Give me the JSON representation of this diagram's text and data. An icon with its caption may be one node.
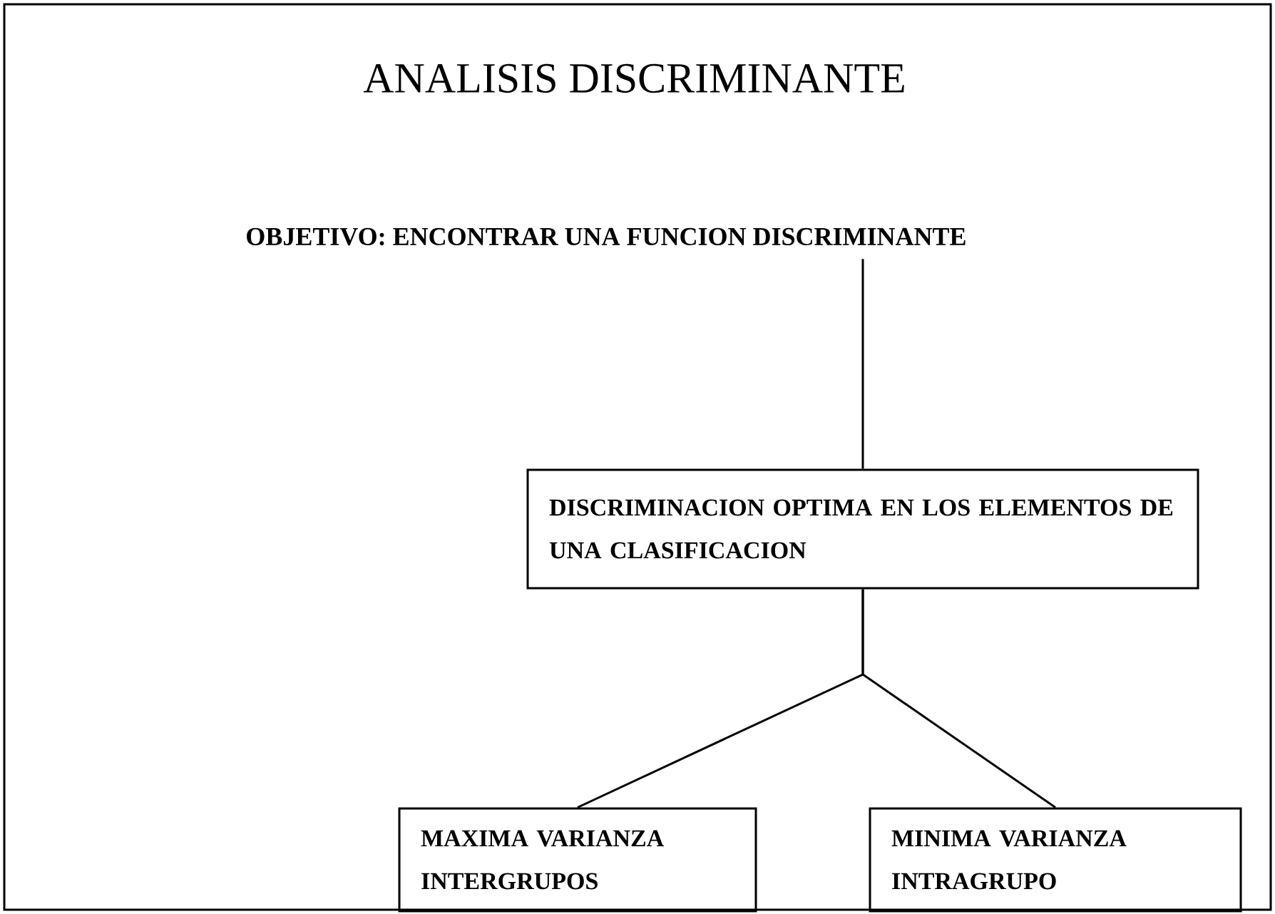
{
  "diagram": {
    "title": "ANALISIS DISCRIMINANTE",
    "nodes": [
      {
        "text": [
          "OBJETIVO: ENCONTRAR UNA FUNCION DISCRIMINANTE"
        ]
      },
      {
        "text": [
          "DISCRIMINACION OPTIMA EN LOS ELEMENTOS DE UNA CLASIFICACION"
        ]
      },
      {
        "text": [
          "MAXIMA VARIANZA INTERGRUPOS"
        ]
      },
      {
        "text": [
          "MINIMA VARIANZA INTRAGRUPO"
        ]
      }
    ],
    "edges": [
      {
        "from": 0,
        "to": 1,
        "arrow": "none"
      },
      {
        "from": 1,
        "to": 2,
        "arrow": "none"
      },
      {
        "from": 1,
        "to": 3,
        "arrow": "none"
      }
    ]
  }
}
